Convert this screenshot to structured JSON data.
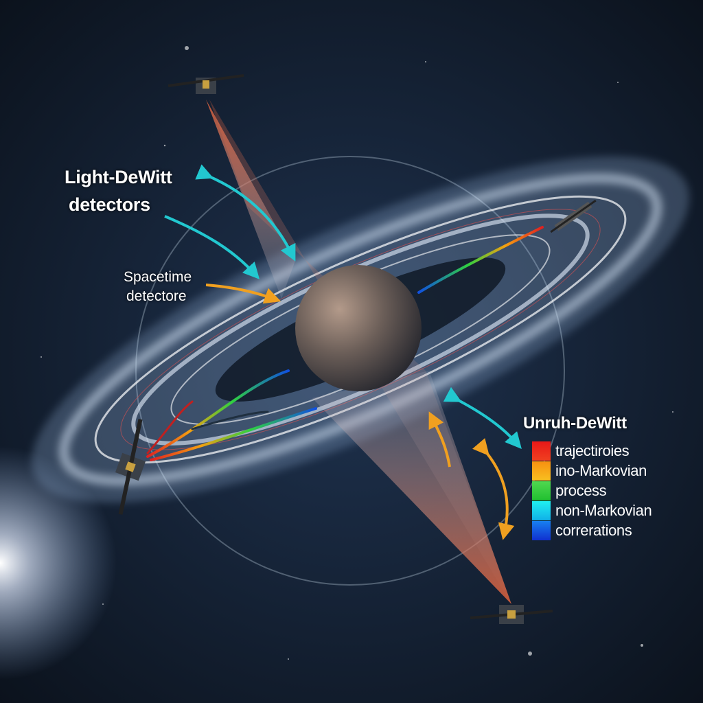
{
  "labels": {
    "light_dewitt_line1": "Light-DeWitt",
    "light_dewitt_line2": "detectors",
    "spacetime_line1": "Spacetime",
    "spacetime_line2": "detectore",
    "unruh_dewitt": "Unruh-DeWitt"
  },
  "legend": [
    {
      "label": "trajectiroies",
      "color": "#e8281c"
    },
    {
      "label": "ino-Markovian",
      "color": "#f7a515"
    },
    {
      "label": "process",
      "color": "#3ad23a"
    },
    {
      "label": "non-Markovian",
      "color": "#1ee0f0"
    },
    {
      "label": "correrations",
      "color": "#1560e8"
    }
  ],
  "colors": {
    "background": "#0d1522",
    "arrow_cyan": "#22c8d0",
    "arrow_orange": "#f0a020",
    "disk": "#cfe4ff"
  }
}
